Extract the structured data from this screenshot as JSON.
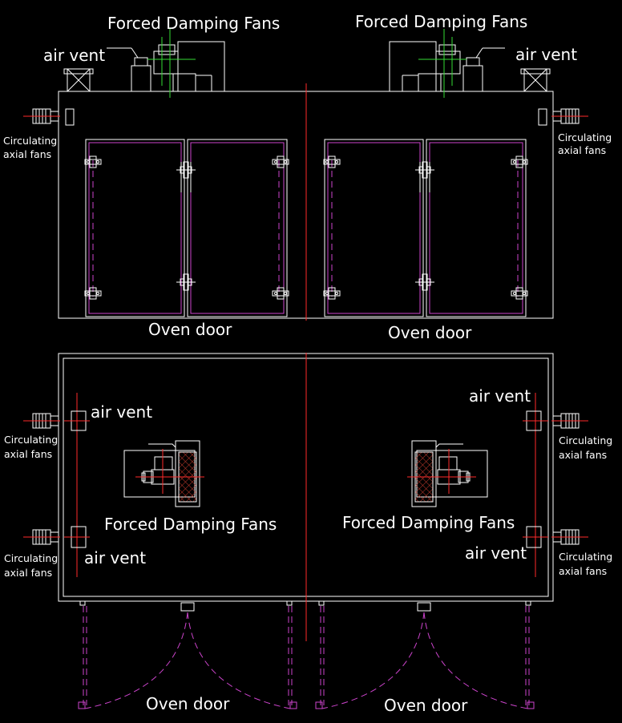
{
  "labels": {
    "forced_damping_fans": "Forced Damping Fans",
    "air_vent": "air vent",
    "circulating_line1": "Circulating",
    "circulating_line2": "axial fans",
    "oven_door": "Oven door"
  },
  "colors": {
    "background": "#000000",
    "outline": "#ffffff",
    "door": "#cc44cc",
    "centerline": "#ff2a2a",
    "fan_axis": "#33dd33",
    "mesh": "#c0392b"
  }
}
